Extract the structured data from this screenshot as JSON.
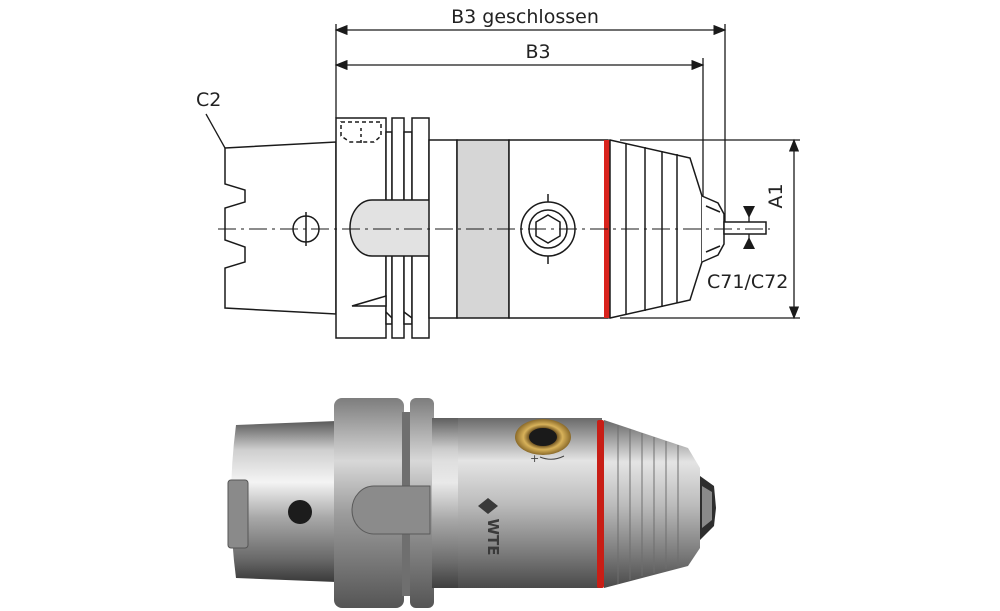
{
  "drawing": {
    "labels": {
      "b3_closed": "B3 geschlossen",
      "b3": "B3",
      "c2": "C2",
      "a1": "A1",
      "c71_c72": "C71/C72"
    },
    "colors": {
      "line": "#1a1a1a",
      "fill_light": "#e9e9e9",
      "fill_mid": "#d6d6d6",
      "accent_ring": "#d9231c"
    }
  },
  "photo": {
    "engraving": "WTE",
    "colors": {
      "steel_light": "#e6e6e6",
      "steel_mid": "#a9a9a9",
      "steel_dark": "#4a4a4a",
      "brass": "#c9a34a",
      "red_ring": "#c81e16"
    }
  }
}
